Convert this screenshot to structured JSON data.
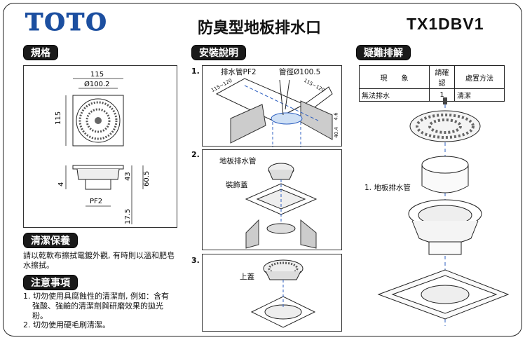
{
  "header": {
    "logo": "TOTO",
    "title": "防臭型地板排水口",
    "model": "TX1DBV1"
  },
  "spec": {
    "heading": "規格",
    "dims": {
      "width": "115",
      "diameter": "Ø100.2",
      "height": "115",
      "h1": "4",
      "h2": "43",
      "h3": "60.5",
      "pipe": "PF2",
      "depth": "17.5"
    }
  },
  "cleaning": {
    "heading": "清潔保養",
    "text": "請以乾軟布擦拭電鍍外觀, 有時則以溫和肥皂水擦拭。"
  },
  "caution": {
    "heading": "注意事項",
    "items": [
      "1. 切勿使用具腐蝕性的清潔劑, 例如：含有強酸、強鹼的清潔劑與研磨效果的拋光粉。",
      "2. 切勿使用硬毛刷清潔。"
    ]
  },
  "install": {
    "heading": "安裝說明",
    "steps": [
      {
        "num": "1.",
        "labels": [
          "排水管PF2",
          "管徑Ø100.5",
          "115~120",
          "115~120",
          "4.6",
          "40.4"
        ]
      },
      {
        "num": "2.",
        "labels": [
          "地板排水管",
          "裝飾蓋"
        ]
      },
      {
        "num": "3.",
        "labels": [
          "上蓋"
        ]
      }
    ]
  },
  "trouble": {
    "heading": "疑難排解",
    "columns": [
      "現　　象",
      "請確認",
      "處置方法"
    ],
    "rows": [
      [
        "無法排水",
        "1",
        "清潔"
      ]
    ],
    "part_label": "1. 地板排水管"
  }
}
